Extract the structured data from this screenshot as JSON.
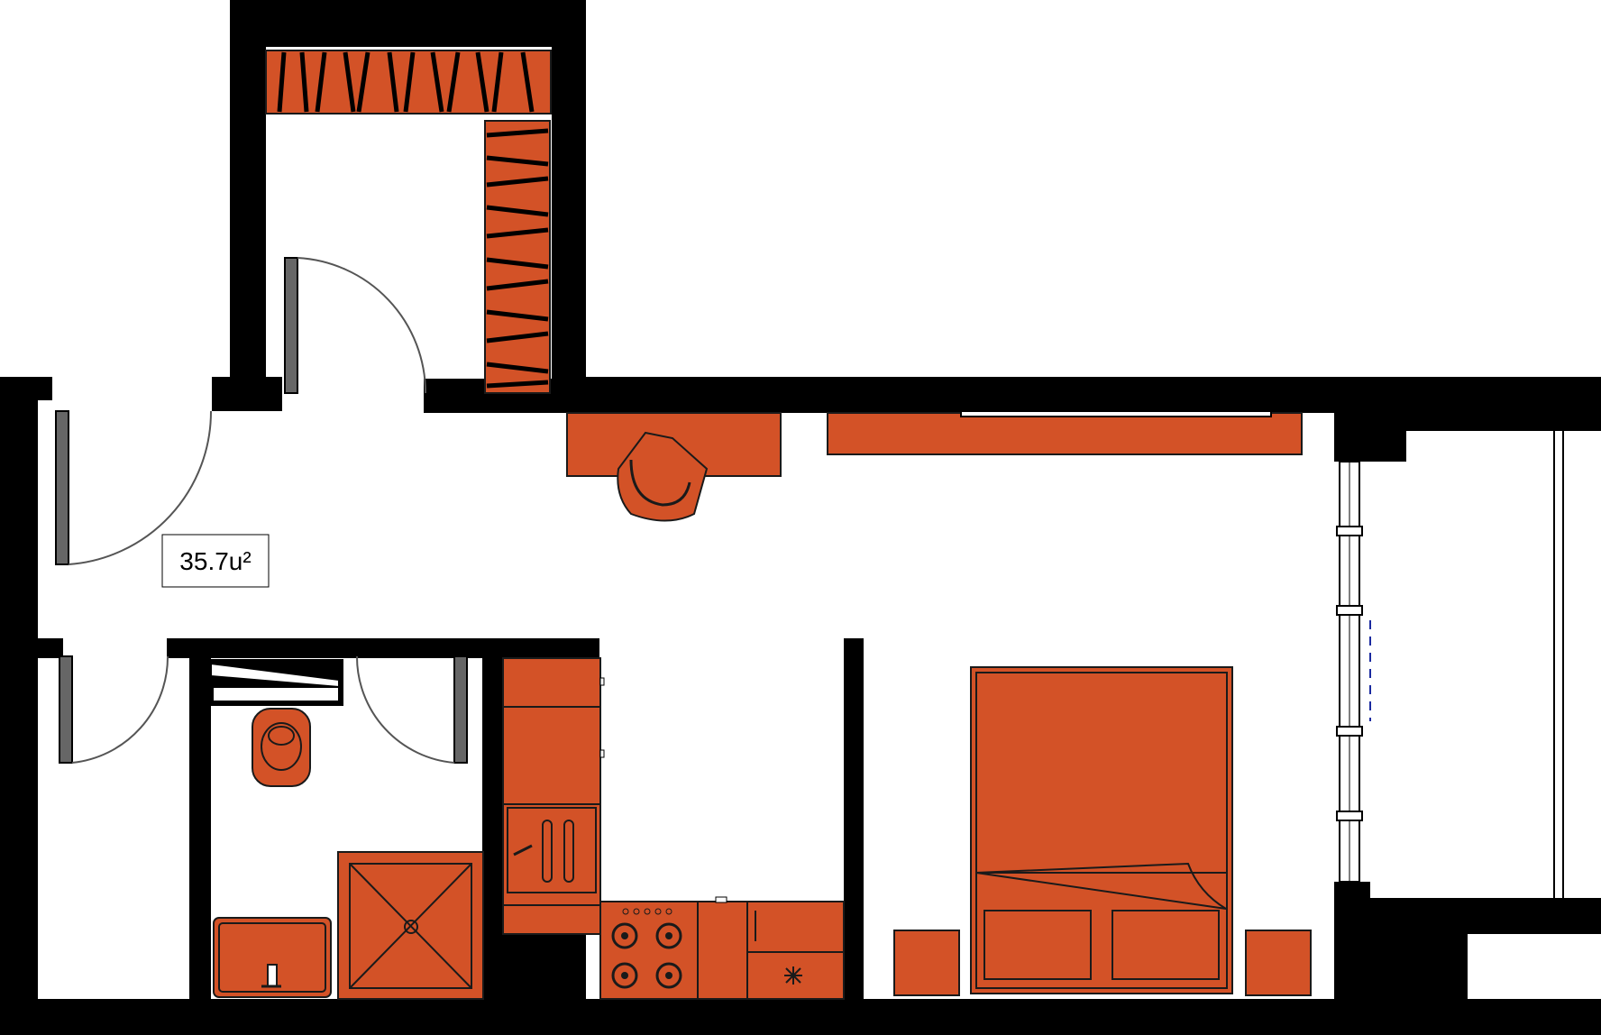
{
  "plan": {
    "area_label": "35.7u²",
    "colors": {
      "wall": "#000000",
      "furniture": "#d35227",
      "outline": "#1a1a1a",
      "door_leaf": "#555555",
      "floor": "#ffffff",
      "window_marker": "#1a2aa0"
    },
    "rooms": [
      {
        "name": "living-room",
        "label": ""
      },
      {
        "name": "hallway",
        "label": ""
      },
      {
        "name": "bathroom",
        "label": ""
      },
      {
        "name": "walk-in-closet",
        "label": ""
      },
      {
        "name": "balcony",
        "label": ""
      }
    ],
    "fixtures": [
      "wardrobe-top",
      "wardrobe-side",
      "desk",
      "office-chair",
      "tv-console",
      "double-bed",
      "nightstand-left",
      "nightstand-right",
      "kitchen-tall-cabinet",
      "kitchen-sink",
      "stove-icon",
      "dishwasher",
      "toilet",
      "shower",
      "bathroom-sink",
      "bathroom-cabinet"
    ]
  }
}
